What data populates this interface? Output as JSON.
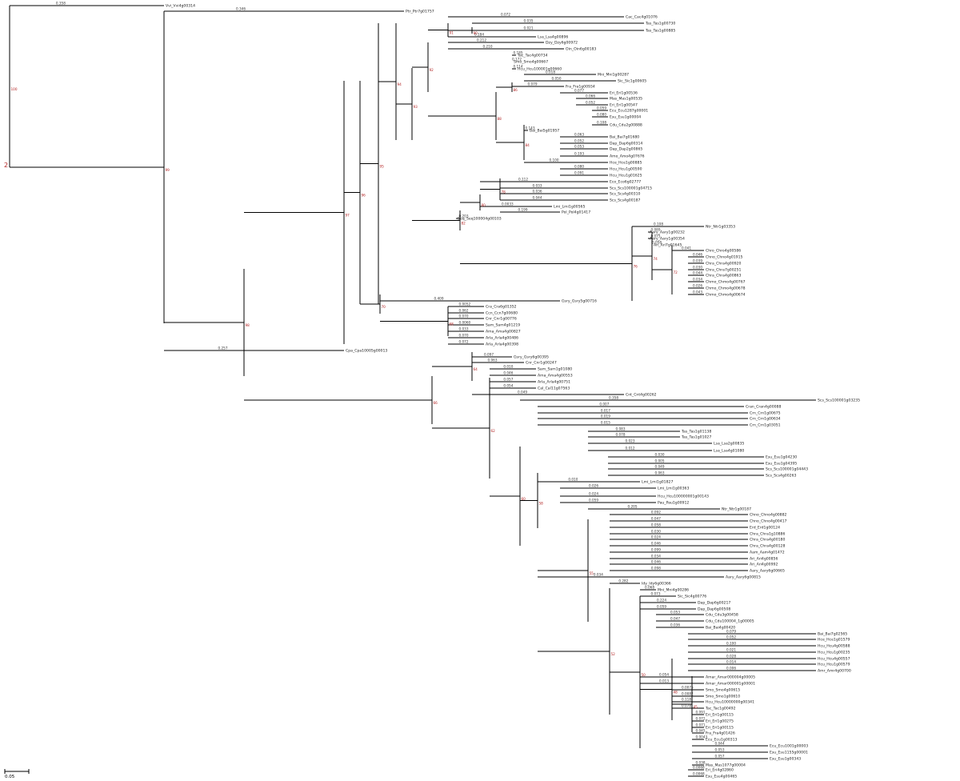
{
  "tree": {
    "root_label": "2",
    "scale": {
      "label": "0.05"
    },
    "leaves": [
      {
        "label": "Vvi_Vvi4g00314",
        "bl": "0.358"
      },
      {
        "label": "Ptr_Ptr7g01757",
        "bl": "0.346"
      },
      {
        "label": "Cac_Cac4g01076",
        "bl": "0.072"
      },
      {
        "label": "Tas_Tas1g00730",
        "bl": "0.035"
      },
      {
        "label": "Tas_Tas1g00885",
        "bl": "0.021"
      },
      {
        "label": "Lsa_Lsa4g00896",
        "bl": "0.184"
      },
      {
        "label": "Dzy_Dzy6g00972",
        "bl": "0.212"
      },
      {
        "label": "Oin_Oin6g00183",
        "bl": "0.210"
      },
      {
        "label": "Tac_Tac4g00734",
        "bl": "0.185"
      },
      {
        "label": "Smo_Smo4g00667",
        "bl": "0.172"
      },
      {
        "label": "Hcu_Hcu100001g00660",
        "bl": "0.114"
      },
      {
        "label": "Mni_Mni1g00287",
        "bl": "0.018"
      },
      {
        "label": "Sic_Sic1g00605",
        "bl": "0.050"
      },
      {
        "label": "Fra_Fra1g00934",
        "bl": "0.079"
      },
      {
        "label": "Eri_Eri1g00536",
        "bl": "0.077"
      },
      {
        "label": "Mas_Mas1g00535",
        "bl": "0.066"
      },
      {
        "label": "Eri_Eri1g00547",
        "bl": "0.052"
      },
      {
        "label": "Ecu_Ecu1287g00001",
        "bl": "0.059"
      },
      {
        "label": "Esu_Esu1g00004",
        "bl": "0.080"
      },
      {
        "label": "Cdu_Cdu2g00888",
        "bl": "0.108"
      },
      {
        "label": "Bai_Bai5g01957",
        "bl": "0.143"
      },
      {
        "label": "Bai_Bai7g01680",
        "bl": "0.063"
      },
      {
        "label": "Dap_Dap6g00314",
        "bl": "0.052"
      },
      {
        "label": "Dap_Dap2g00865",
        "bl": "0.053"
      },
      {
        "label": "Amo_Amo4g07676",
        "bl": "0.193"
      },
      {
        "label": "Hce_Hce1g00885",
        "bl": "0.100"
      },
      {
        "label": "Hcu_Hcu1g00590",
        "bl": "0.080"
      },
      {
        "label": "Hcu_Hcu1g01625",
        "bl": "0.091"
      },
      {
        "label": "Eco_Eco6g02777",
        "bl": "0.112"
      },
      {
        "label": "Scs_Scs100001g04715",
        "bl": "0.033"
      },
      {
        "label": "Scs_Scs4g00310",
        "bl": "0.036"
      },
      {
        "label": "Scs_Scs4g00187",
        "bl": "0.044"
      },
      {
        "label": "Lmi_Lmi1g00565",
        "bl": "0.0033"
      },
      {
        "label": "Pol_Pol4g01417",
        "bl": "0.199"
      },
      {
        "label": "Seq_Seq100004g00103",
        "bl": "0.203"
      },
      {
        "label": "Ntr_Ntr1g03353",
        "bl": "0.108"
      },
      {
        "label": "Aary_Aary1g00232",
        "bl": "0.089"
      },
      {
        "label": "Aary_Aary1g00354",
        "bl": "0.075"
      },
      {
        "label": "Ari_Ari7g01645",
        "bl": "0.058"
      },
      {
        "label": "Chro_Chro4g00586",
        "bl": "0.041"
      },
      {
        "label": "Chno_Chno4g01915",
        "bl": "0.046"
      },
      {
        "label": "Chra_Chra4g00920",
        "bl": "0.039"
      },
      {
        "label": "Chra_Chra7g00251",
        "bl": "0.030"
      },
      {
        "label": "Chra_Chra4g00863",
        "bl": "0.044"
      },
      {
        "label": "Chmo_Chmo4g00767",
        "bl": "0.034"
      },
      {
        "label": "Chmo_Chmo4g00678",
        "bl": "0.026"
      },
      {
        "label": "Chmo_Chmo4g00674",
        "bl": "0.043"
      },
      {
        "label": "Gsry_Gsry5g00716",
        "bl": "0.409"
      },
      {
        "label": "Cra_Cra6g01352",
        "bl": "0.0052"
      },
      {
        "label": "Ccn_Ccn7g00680",
        "bl": "0.062"
      },
      {
        "label": "Cnr_Cnr1g00776",
        "bl": "0.070"
      },
      {
        "label": "Sam_Sam4g01219",
        "bl": "0.0060"
      },
      {
        "label": "Ama_Ama4g00827",
        "bl": "0.033"
      },
      {
        "label": "Arla_Arla4g00486",
        "bl": "0.070"
      },
      {
        "label": "Arla_Arla4g00398",
        "bl": "0.072"
      },
      {
        "label": "Cpa_Cpa10005g00013",
        "bl": "0.257"
      },
      {
        "label": "Gsry_Gsry6g00395",
        "bl": "0.097"
      },
      {
        "label": "Cnr_Cnr1g00247",
        "bl": "0.063"
      },
      {
        "label": "Sam_Sam1g01080",
        "bl": "0.010"
      },
      {
        "label": "Ama_Ama4g00553",
        "bl": "0.046"
      },
      {
        "label": "Arla_Arla4g00751",
        "bl": "0.057"
      },
      {
        "label": "Cal_Cal11g07563",
        "bl": "0.054"
      },
      {
        "label": "Cnt_Cnt4g00262",
        "bl": "0.049"
      },
      {
        "label": "Scs_Scs100001g03235",
        "bl": "0.358"
      },
      {
        "label": "Cran_Cran4g00088",
        "bl": "0.007"
      },
      {
        "label": "Crn_Crn1g00675",
        "bl": "0.017"
      },
      {
        "label": "Crn_Crn1g00634",
        "bl": "0.019"
      },
      {
        "label": "Crn_Crn1g03051",
        "bl": "0.015"
      },
      {
        "label": "Tas_Tas1g01138",
        "bl": "0.083"
      },
      {
        "label": "Tas_Tas1g01027",
        "bl": "0.078"
      },
      {
        "label": "Lsa_Lsa2g00835",
        "bl": "0.023"
      },
      {
        "label": "Lsa_Lsa4g01080",
        "bl": "0.012"
      },
      {
        "label": "Esu_Esu1g04230",
        "bl": "0.030"
      },
      {
        "label": "Esu_Esu1g04395",
        "bl": "0.005"
      },
      {
        "label": "Scs_Scs100001g04443",
        "bl": "0.049"
      },
      {
        "label": "Scs_Scs4g00263",
        "bl": "0.063"
      },
      {
        "label": "Lmi_Lmi1g01827",
        "bl": "0.010"
      },
      {
        "label": "Lmi_Lmi1g00363",
        "bl": "0.026"
      },
      {
        "label": "Hcu_Hcu100000001g00143",
        "bl": "0.024"
      },
      {
        "label": "Pau_Pau1g00912",
        "bl": "0.059"
      },
      {
        "label": "Ntr_Ntr1g00187",
        "bl": "0.205"
      },
      {
        "label": "Chno_Chno4g00882",
        "bl": "0.092"
      },
      {
        "label": "Chno_Chno4g00417",
        "bl": "0.047"
      },
      {
        "label": "Erd_Erd1g00124",
        "bl": "0.058"
      },
      {
        "label": "Chra_Chra1g10886",
        "bl": "0.030"
      },
      {
        "label": "Chra_Chra4g00180",
        "bl": "0.024"
      },
      {
        "label": "Chra_Chra4g00128",
        "bl": "0.046"
      },
      {
        "label": "Aam_Aam4g01472",
        "bl": "0.099"
      },
      {
        "label": "Ari_Ari4g00856",
        "bl": "0.034"
      },
      {
        "label": "Ari_Ari4g00992",
        "bl": "0.046"
      },
      {
        "label": "Aary_Aary6g00665",
        "bl": "0.098"
      },
      {
        "label": "Aary_Aary6g00815",
        "bl": "0.034"
      },
      {
        "label": "Idy_Idy6g00366",
        "bl": "0.282"
      },
      {
        "label": "Mni_Mni4g00286",
        "bl": "0.068"
      },
      {
        "label": "Sic_Sic4g00776",
        "bl": "0.073"
      },
      {
        "label": "Dap_Dap6g00217",
        "bl": "0.224"
      },
      {
        "label": "Dap_Dap6g00508",
        "bl": "0.059"
      },
      {
        "label": "Cdu_Cdu3g00458",
        "bl": "0.053"
      },
      {
        "label": "Cdu_Cdu100004_1g00005",
        "bl": "0.047"
      },
      {
        "label": "Bai_Bai4g00420",
        "bl": "0.036"
      },
      {
        "label": "Bai_Bai7g02565",
        "bl": "0.079"
      },
      {
        "label": "Hce_Hce1g01579",
        "bl": "0.052"
      },
      {
        "label": "Hcu_Hcu4g00588",
        "bl": "0.100"
      },
      {
        "label": "Hcu_Hcu1g00235",
        "bl": "0.021"
      },
      {
        "label": "Hcu_Hcu4g00557",
        "bl": "0.028"
      },
      {
        "label": "Hcu_Hcu1g00579",
        "bl": "0.014"
      },
      {
        "label": "Amr_Amr4g00700",
        "bl": "0.006"
      },
      {
        "label": "Amar_Amar000004g00005",
        "bl": "0.054"
      },
      {
        "label": "Amar_Amar000001g00001",
        "bl": "0.013"
      },
      {
        "label": "Smo_Smo4g00615",
        "bl": "0.0075"
      },
      {
        "label": "Smo_Smo1g00610",
        "bl": "0.0082"
      },
      {
        "label": "Hcu_Hcu10000000g00341",
        "bl": "0.118"
      },
      {
        "label": "Tac_Tac1g00492",
        "bl": "0.078"
      },
      {
        "label": "Eri_Eri1g00115",
        "bl": "0.091"
      },
      {
        "label": "Eri_Eri1g00275",
        "bl": "0.072"
      },
      {
        "label": "Eri_Eri1g00115",
        "bl": "0.071"
      },
      {
        "label": "Fra_Fra4g01426",
        "bl": "0.045"
      },
      {
        "label": "Ecu_Ecu1g00313",
        "bl": "0.0043"
      },
      {
        "label": "Ecu_Ecu1001g00003",
        "bl": "0.044"
      },
      {
        "label": "Esu_Esu1155g00001",
        "bl": "0.053"
      },
      {
        "label": "Esu_Esu1g00343",
        "bl": "0.057"
      },
      {
        "label": "Mas_Mas1077g00004",
        "bl": "0.038"
      },
      {
        "label": "Eri_Eri4g02860",
        "bl": "0.0068"
      },
      {
        "label": "Esu_Esu4g00465",
        "bl": "0.0068"
      }
    ],
    "bootstrap_values": [
      "100",
      "99",
      "98",
      "97",
      "96",
      "95",
      "94",
      "93",
      "92",
      "91",
      "90",
      "88",
      "86",
      "84",
      "82",
      "80",
      "78",
      "76",
      "74",
      "72",
      "70",
      "68",
      "66",
      "64",
      "62",
      "60",
      "58",
      "55",
      "52",
      "50",
      "48",
      "45",
      "42",
      "40",
      "38",
      "35"
    ]
  }
}
